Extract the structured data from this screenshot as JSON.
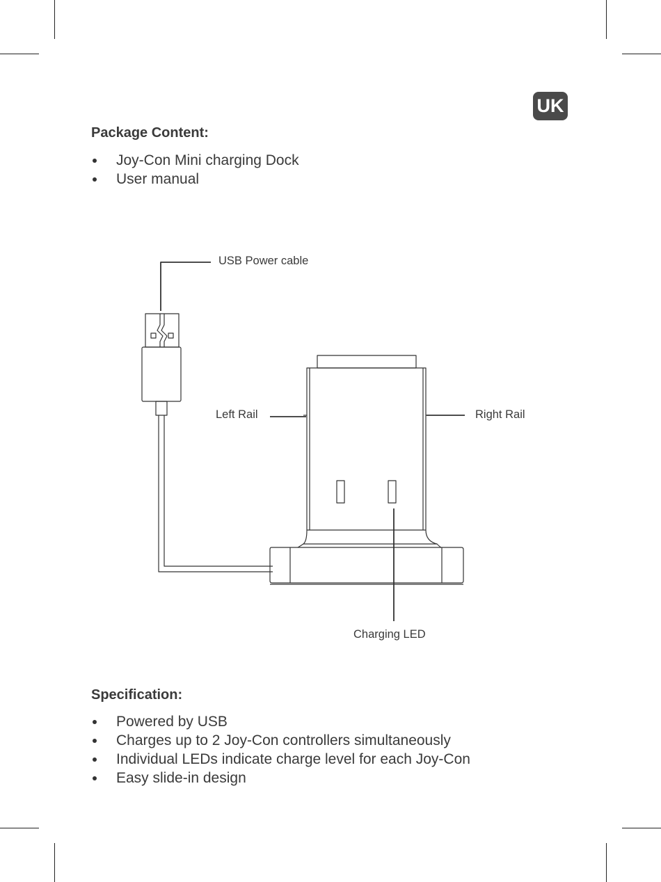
{
  "badge": "UK",
  "package": {
    "heading": "Package Content:",
    "items": [
      "Joy-Con Mini charging Dock",
      "User manual"
    ]
  },
  "diagram": {
    "labels": {
      "usb_cable": "USB Power cable",
      "left_rail": "Left Rail",
      "right_rail": "Right Rail",
      "charging_led": "Charging LED"
    }
  },
  "specification": {
    "heading": "Specification:",
    "items": [
      "Powered by USB",
      "Charges up to 2 Joy-Con controllers simultaneously",
      "Individual LEDs indicate charge level for each Joy-Con",
      "Easy slide-in design"
    ]
  }
}
